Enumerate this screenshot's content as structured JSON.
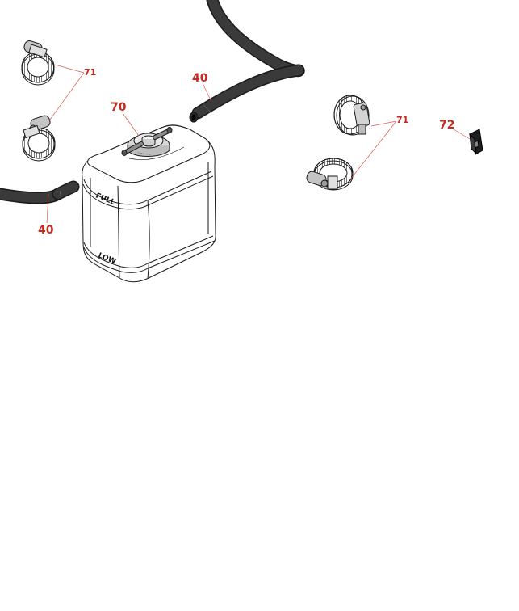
{
  "callouts": {
    "hose_upper": "40",
    "hose_lower": "40",
    "reservoir": "70",
    "clamp_left": "71",
    "clamp_right": "71",
    "clip": "72"
  },
  "reservoir_markings": {
    "full": "FULL",
    "low": "LOW"
  },
  "colors": {
    "callout_text": "#c8281e",
    "leader_line": "#e05a50",
    "hose": "#3a3a3a",
    "outline": "#1a1a1a",
    "part_fill": "#ffffff"
  }
}
